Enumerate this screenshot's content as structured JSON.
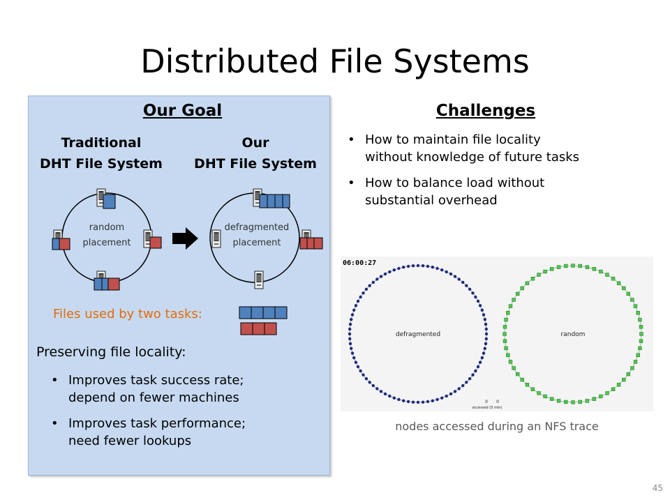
{
  "slide": {
    "title": "Distributed File Systems",
    "page_number": "45"
  },
  "goal": {
    "heading": "Our Goal",
    "traditional": {
      "line1": "Traditional",
      "line2": "DHT File System",
      "ring_line1": "random",
      "ring_line2": "placement"
    },
    "ours": {
      "line1": "Our",
      "line2": "DHT File System",
      "ring_line1": "defragmented",
      "ring_line2": "placement"
    },
    "files_label": "Files used by two tasks:",
    "locality_heading": "Preserving file locality:",
    "locality_bullets": [
      {
        "line1": "Improves task success rate;",
        "line2": "depend on fewer machines"
      },
      {
        "line1": "Improves task performance;",
        "line2": "need fewer lookups"
      }
    ]
  },
  "challenges": {
    "heading": "Challenges",
    "bullets": [
      {
        "line1": "How to maintain file locality",
        "line2": "without knowledge of future tasks"
      },
      {
        "line1": "How to balance load without",
        "line2": "substantial overhead"
      }
    ]
  },
  "trace": {
    "timestamp": "06:00:27",
    "left_label": "defragmented",
    "right_label": "random",
    "legend_zero_a": "0",
    "legend_zero_b": "0",
    "legend_text": "accessed (5 min)",
    "caption": "nodes accessed during an NFS trace"
  },
  "colors": {
    "file_blue": "#4f81bd",
    "file_red": "#c0504d",
    "files_label": "#e36c0a",
    "panel_bg": "#c6d9f1",
    "node_navy": "#1f2a7a",
    "node_green": "#4ec94e"
  },
  "icons": {
    "server": "server-icon",
    "arrow": "right-arrow-icon",
    "bullet": "•"
  }
}
